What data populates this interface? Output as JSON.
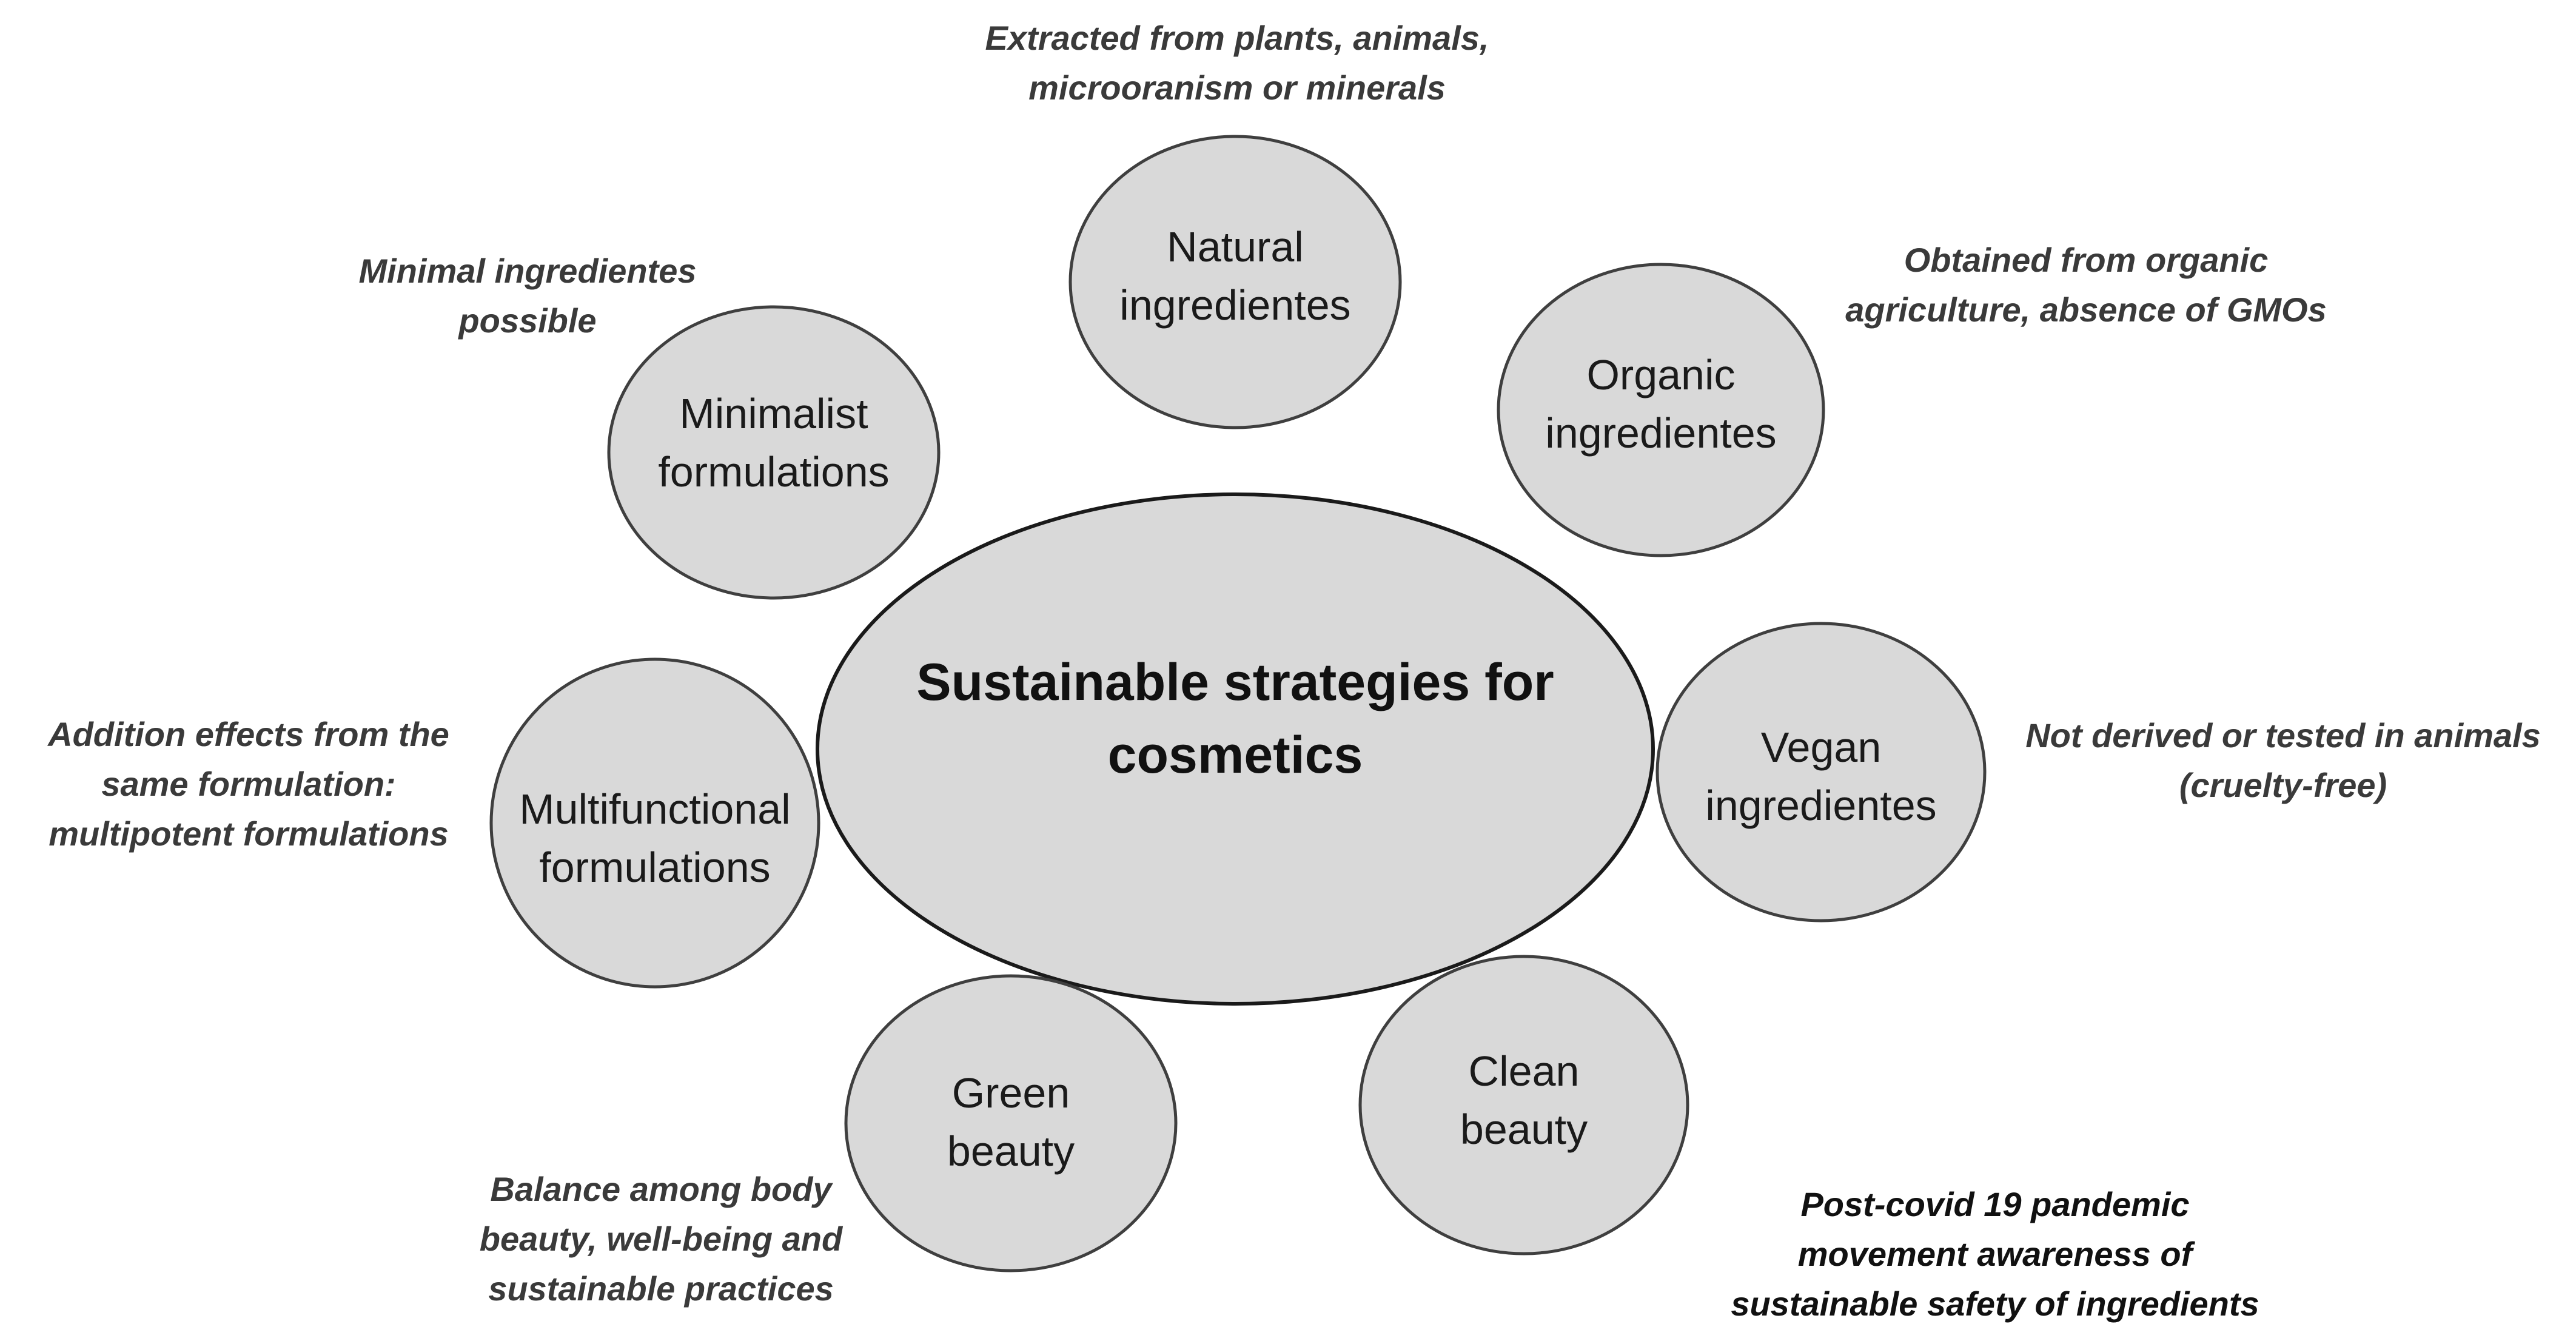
{
  "diagram": {
    "center": {
      "lines": [
        "Sustainable strategies for",
        "cosmetics"
      ]
    },
    "nodes": [
      {
        "id": "natural",
        "lines": [
          "Natural",
          "ingredientes"
        ],
        "note": [
          "Extracted from plants, animals,",
          "microoranism or minerals"
        ]
      },
      {
        "id": "organic",
        "lines": [
          "Organic",
          "ingredientes"
        ],
        "note": [
          "Obtained from organic",
          "agriculture, absence of GMOs"
        ]
      },
      {
        "id": "vegan",
        "lines": [
          "Vegan",
          "ingredientes"
        ],
        "note": [
          "Not derived or tested in animals",
          "(cruelty-free)"
        ]
      },
      {
        "id": "clean",
        "lines": [
          "Clean",
          "beauty"
        ],
        "note": [
          "Post-covid 19 pandemic",
          "movement awareness of",
          "sustainable safety of ingredients"
        ]
      },
      {
        "id": "green",
        "lines": [
          "Green",
          "beauty"
        ],
        "note": [
          "Balance among body",
          "beauty, well-being and",
          "sustainable practices"
        ]
      },
      {
        "id": "multifunctional",
        "lines": [
          "Multifunctional",
          "formulations"
        ],
        "note": [
          "Addition effects from the",
          "same formulation:",
          "multipotent formulations"
        ]
      },
      {
        "id": "minimalist",
        "lines": [
          "Minimalist",
          "formulations"
        ],
        "note": [
          "Minimal ingredientes",
          "possible"
        ]
      }
    ],
    "colors": {
      "fill": "#d9d9d9",
      "stroke": "#3f3f3f",
      "text": "#1a1a1a",
      "note": "#3a3a3a"
    }
  }
}
